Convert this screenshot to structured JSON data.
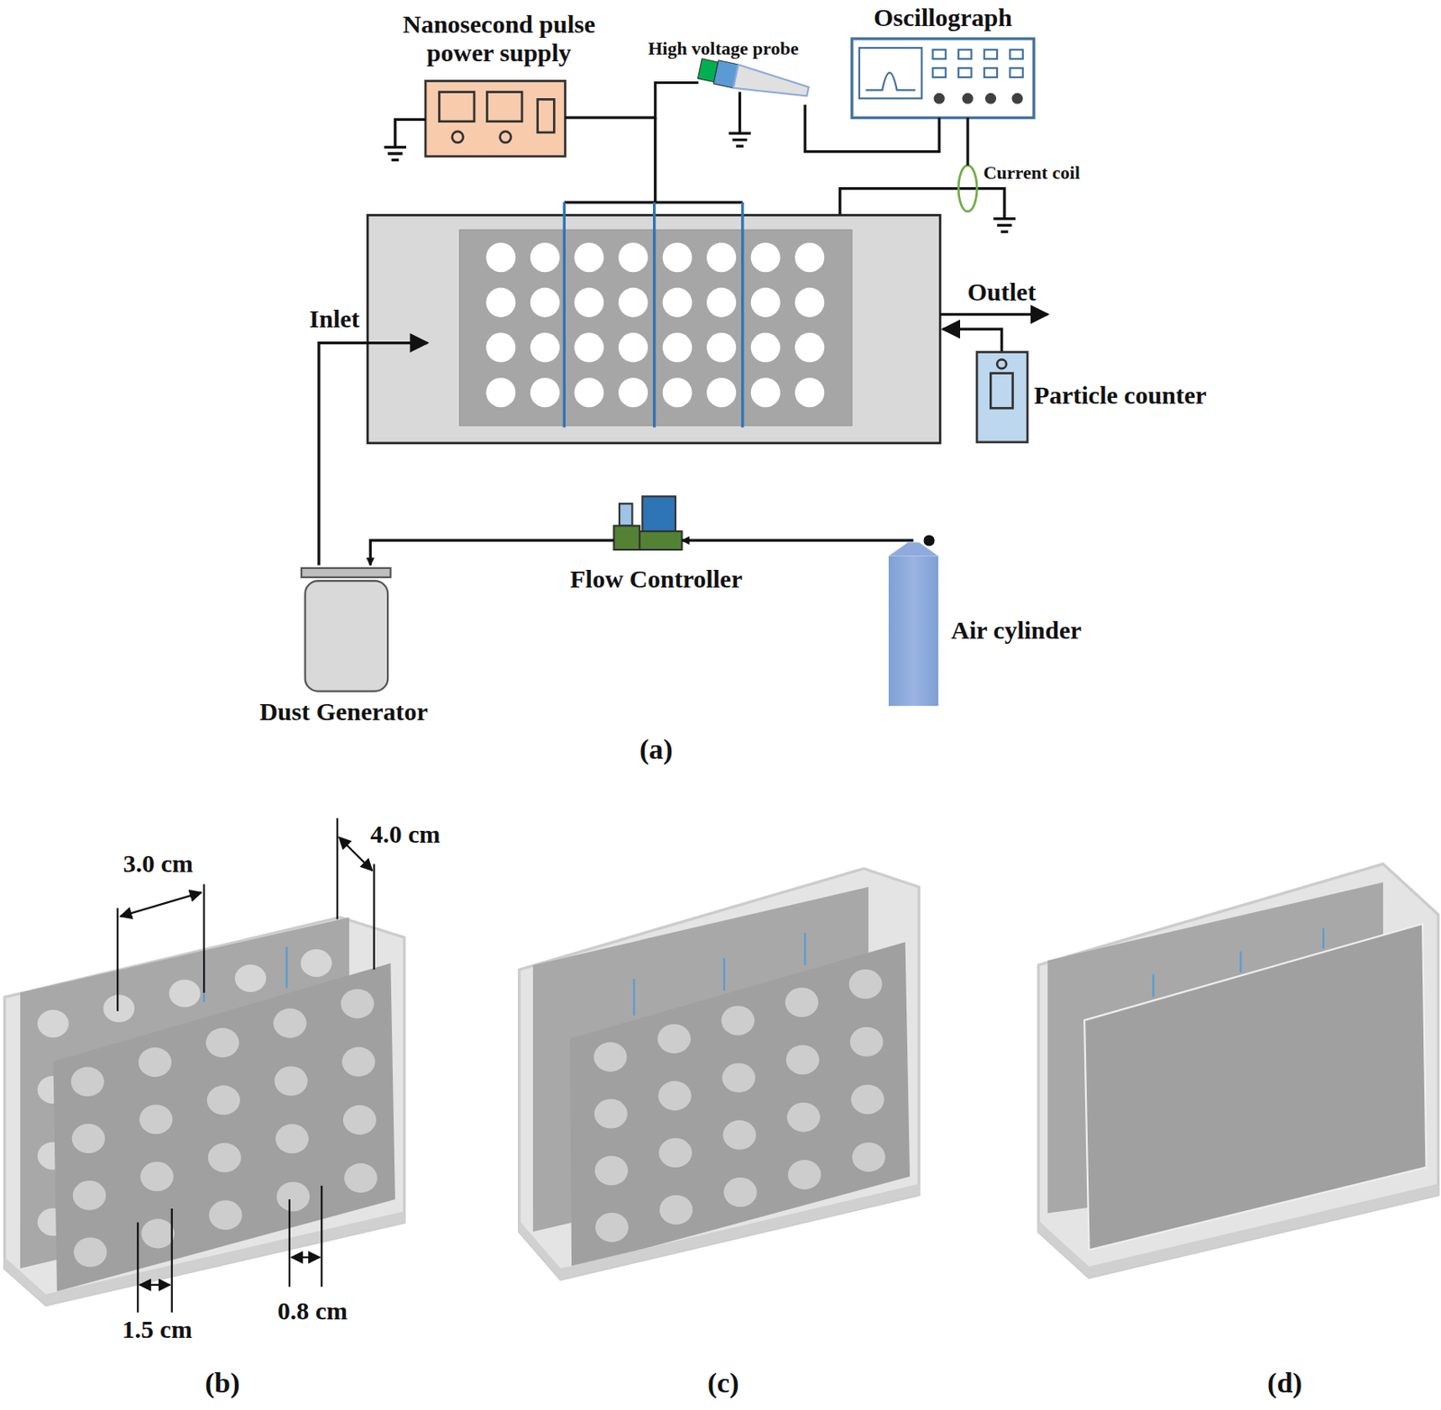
{
  "diagram": {
    "nodes": [
      {
        "text": [
          "Nanosecond pulse power supply"
        ]
      },
      {
        "text": [
          "High voltage probe"
        ]
      },
      {
        "text": [
          "Oscillograph"
        ]
      },
      {
        "text": [
          "Current coil"
        ]
      },
      {
        "text": [
          "Particle counter"
        ]
      },
      {
        "text": [
          "Flow Controller"
        ]
      },
      {
        "text": [
          "Air cylinder"
        ]
      },
      {
        "text": [
          "Dust Generator"
        ]
      }
    ],
    "edges": [
      {
        "from": 0,
        "to": 1,
        "arrow": "none"
      },
      {
        "from": 1,
        "to": 2,
        "arrow": "none"
      },
      {
        "from": 2,
        "to": 3,
        "arrow": "none"
      },
      {
        "from": 6,
        "to": 5,
        "arrow": "to"
      },
      {
        "from": 5,
        "to": 7,
        "arrow": "to"
      }
    ],
    "labels": [
      "Inlet",
      "Outlet",
      "(a)",
      "3.0 cm",
      "4.0 cm",
      "1.5 cm",
      "0.8 cm",
      "(b)",
      "(c)",
      "(d)"
    ]
  }
}
